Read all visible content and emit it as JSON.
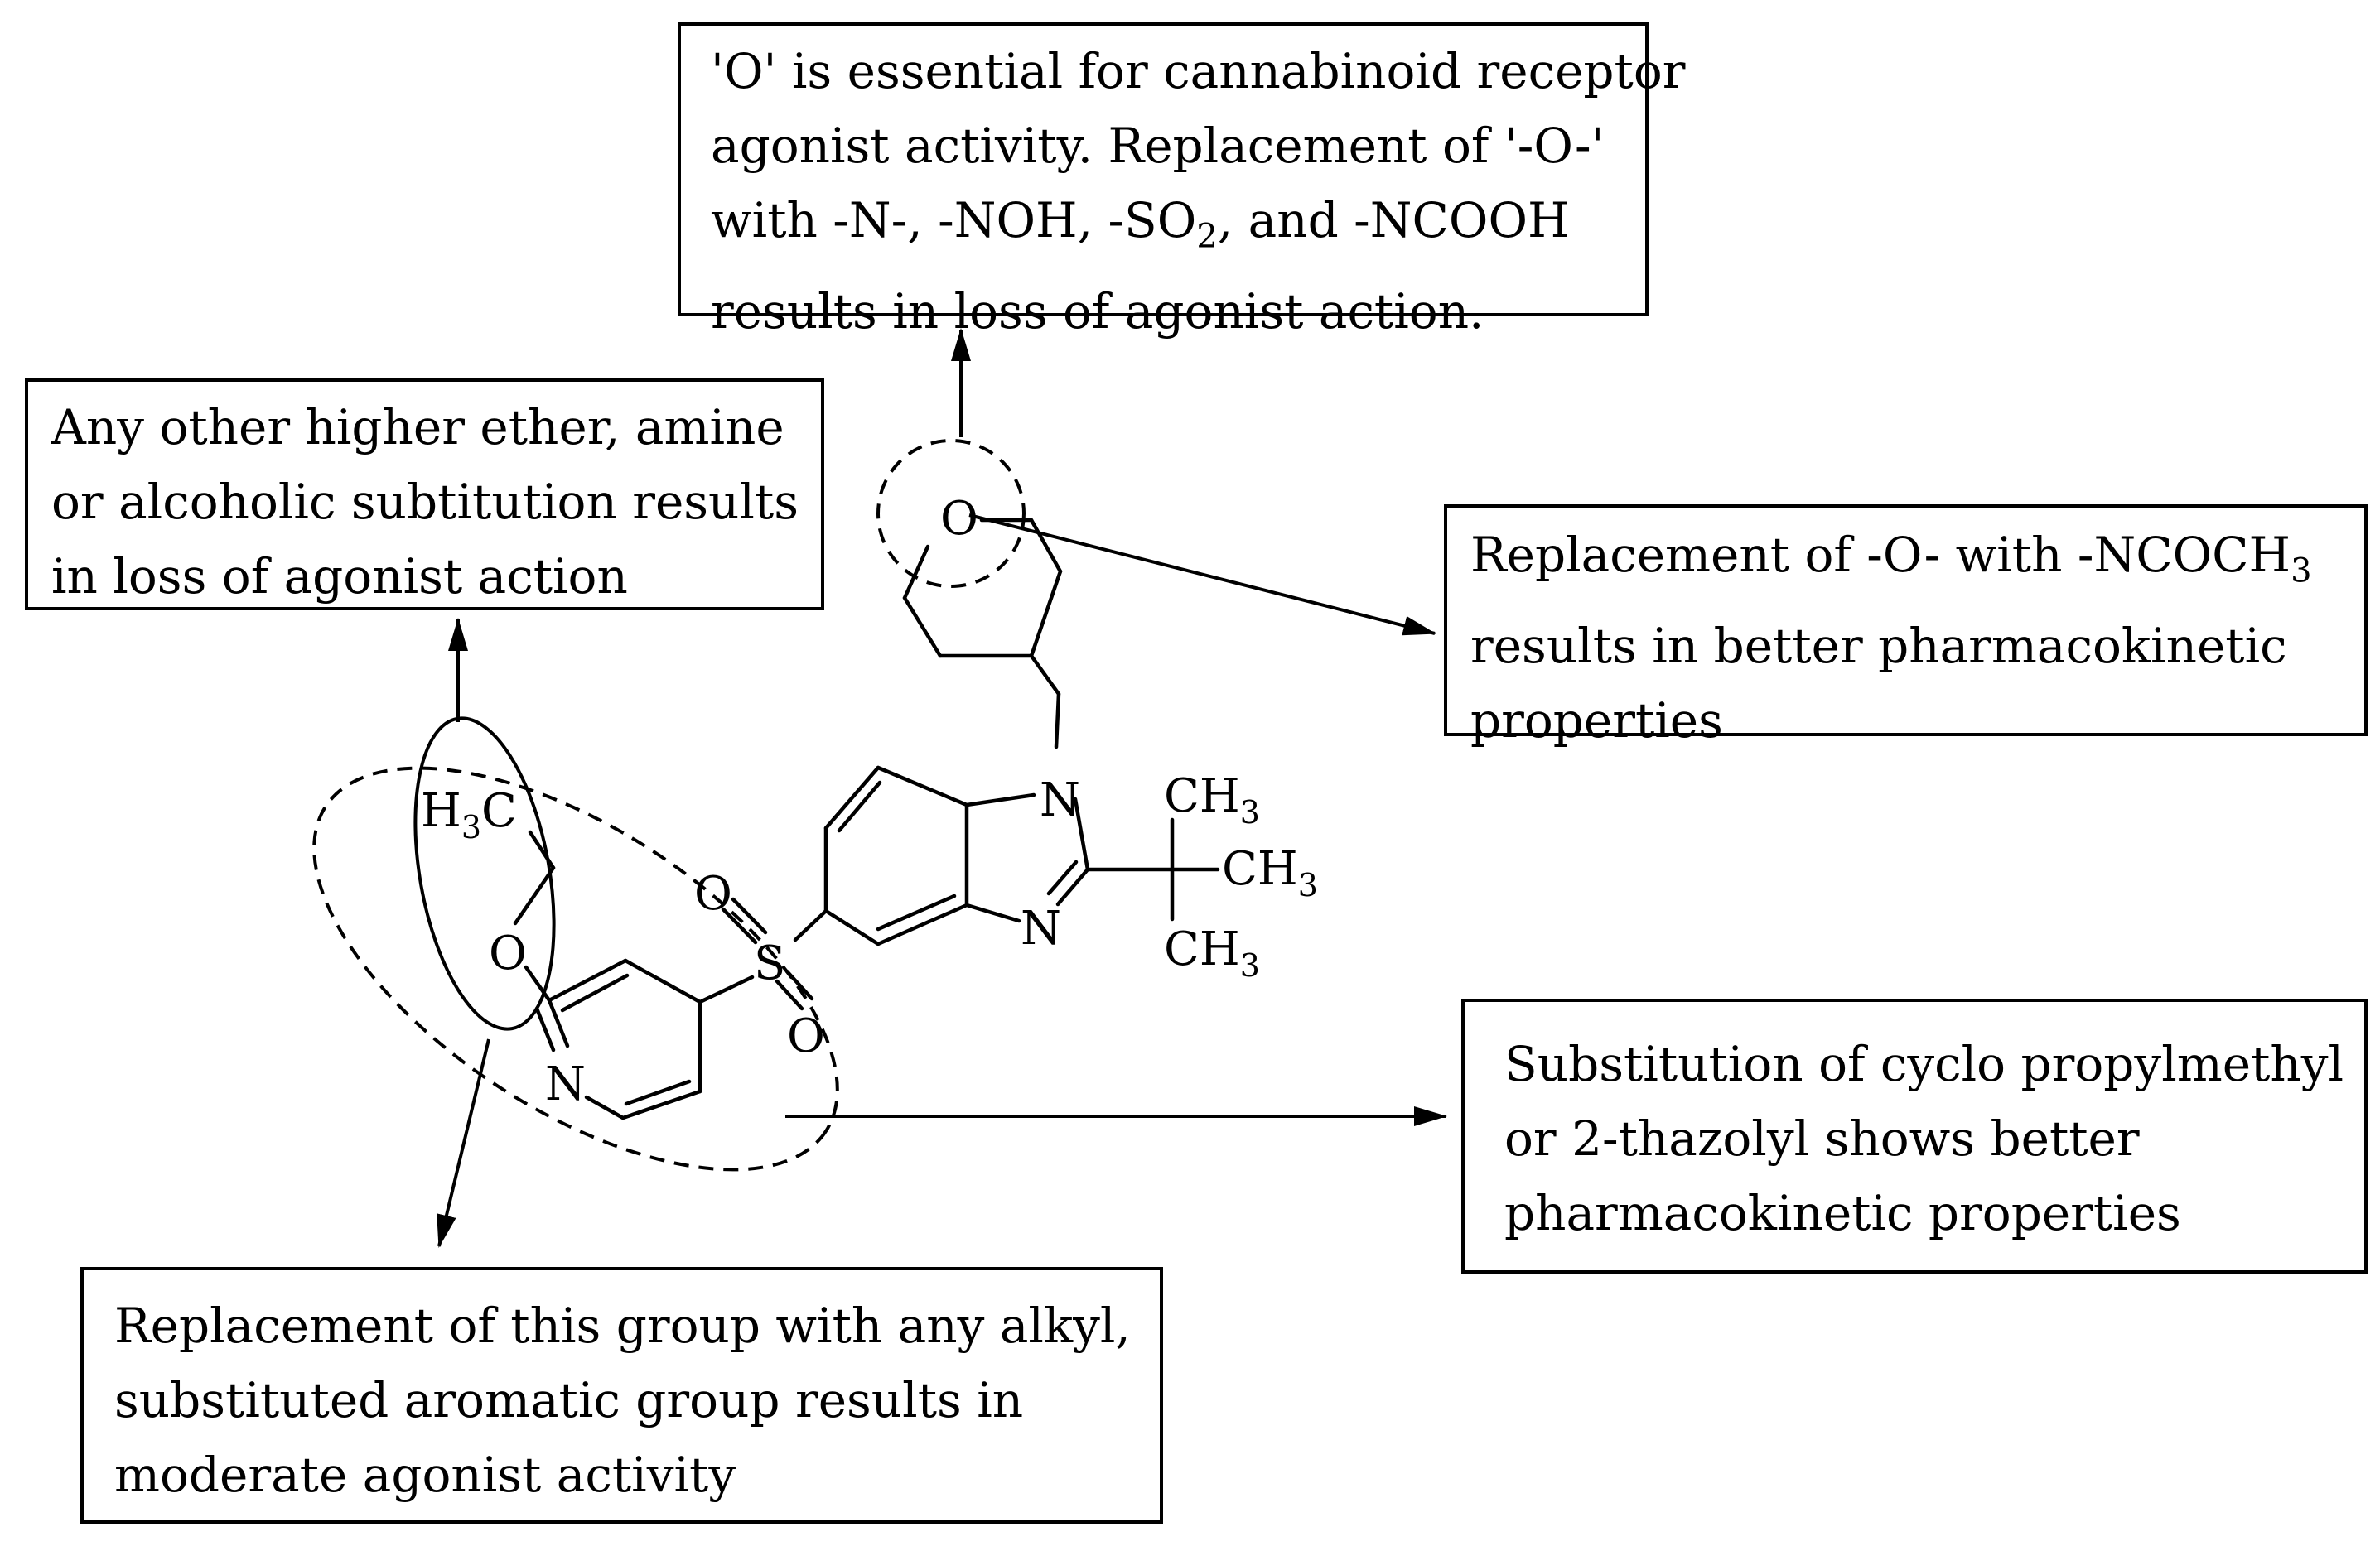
{
  "annotations": {
    "top": {
      "line1": "'O' is essential for cannabinoid receptor",
      "line2": "agonist activity. Replacement of '-O-'",
      "line3_pre": "with -N-, -NOH, -SO",
      "line3_sub": "2",
      "line3_post": ", and -NCOOH",
      "line4": "results in loss of agonist action."
    },
    "left": {
      "line1": "Any other higher ether, amine",
      "line2": "or alcoholic subtitution results",
      "line3": "in loss of agonist action"
    },
    "right1": {
      "line1_pre": "Replacement  of -O- with -NCOCH",
      "line1_sub": "3",
      "line2": "results in better pharmacokinetic",
      "line3": "properties"
    },
    "right2": {
      "line1": "Substitution of cyclo propylmethyl",
      "line2": "or 2-thazolyl shows better",
      "line3": "pharmacokinetic properties"
    },
    "bottom": {
      "line1": "Replacement of this group with any alkyl,",
      "line2": "substituted aromatic group results in",
      "line3": "moderate agonist activity"
    }
  },
  "molecule": {
    "oxane_o": "O",
    "n1": "N",
    "n3": "N",
    "h3c_h": "H",
    "h3c_sub": "3",
    "h3c_c": "C",
    "ch3": "CH",
    "ch3_sub": "3",
    "ether_o": "O",
    "pyridine_n": "N",
    "sulfur": "S",
    "so_o_top": "O",
    "so_o_bottom": "O"
  }
}
